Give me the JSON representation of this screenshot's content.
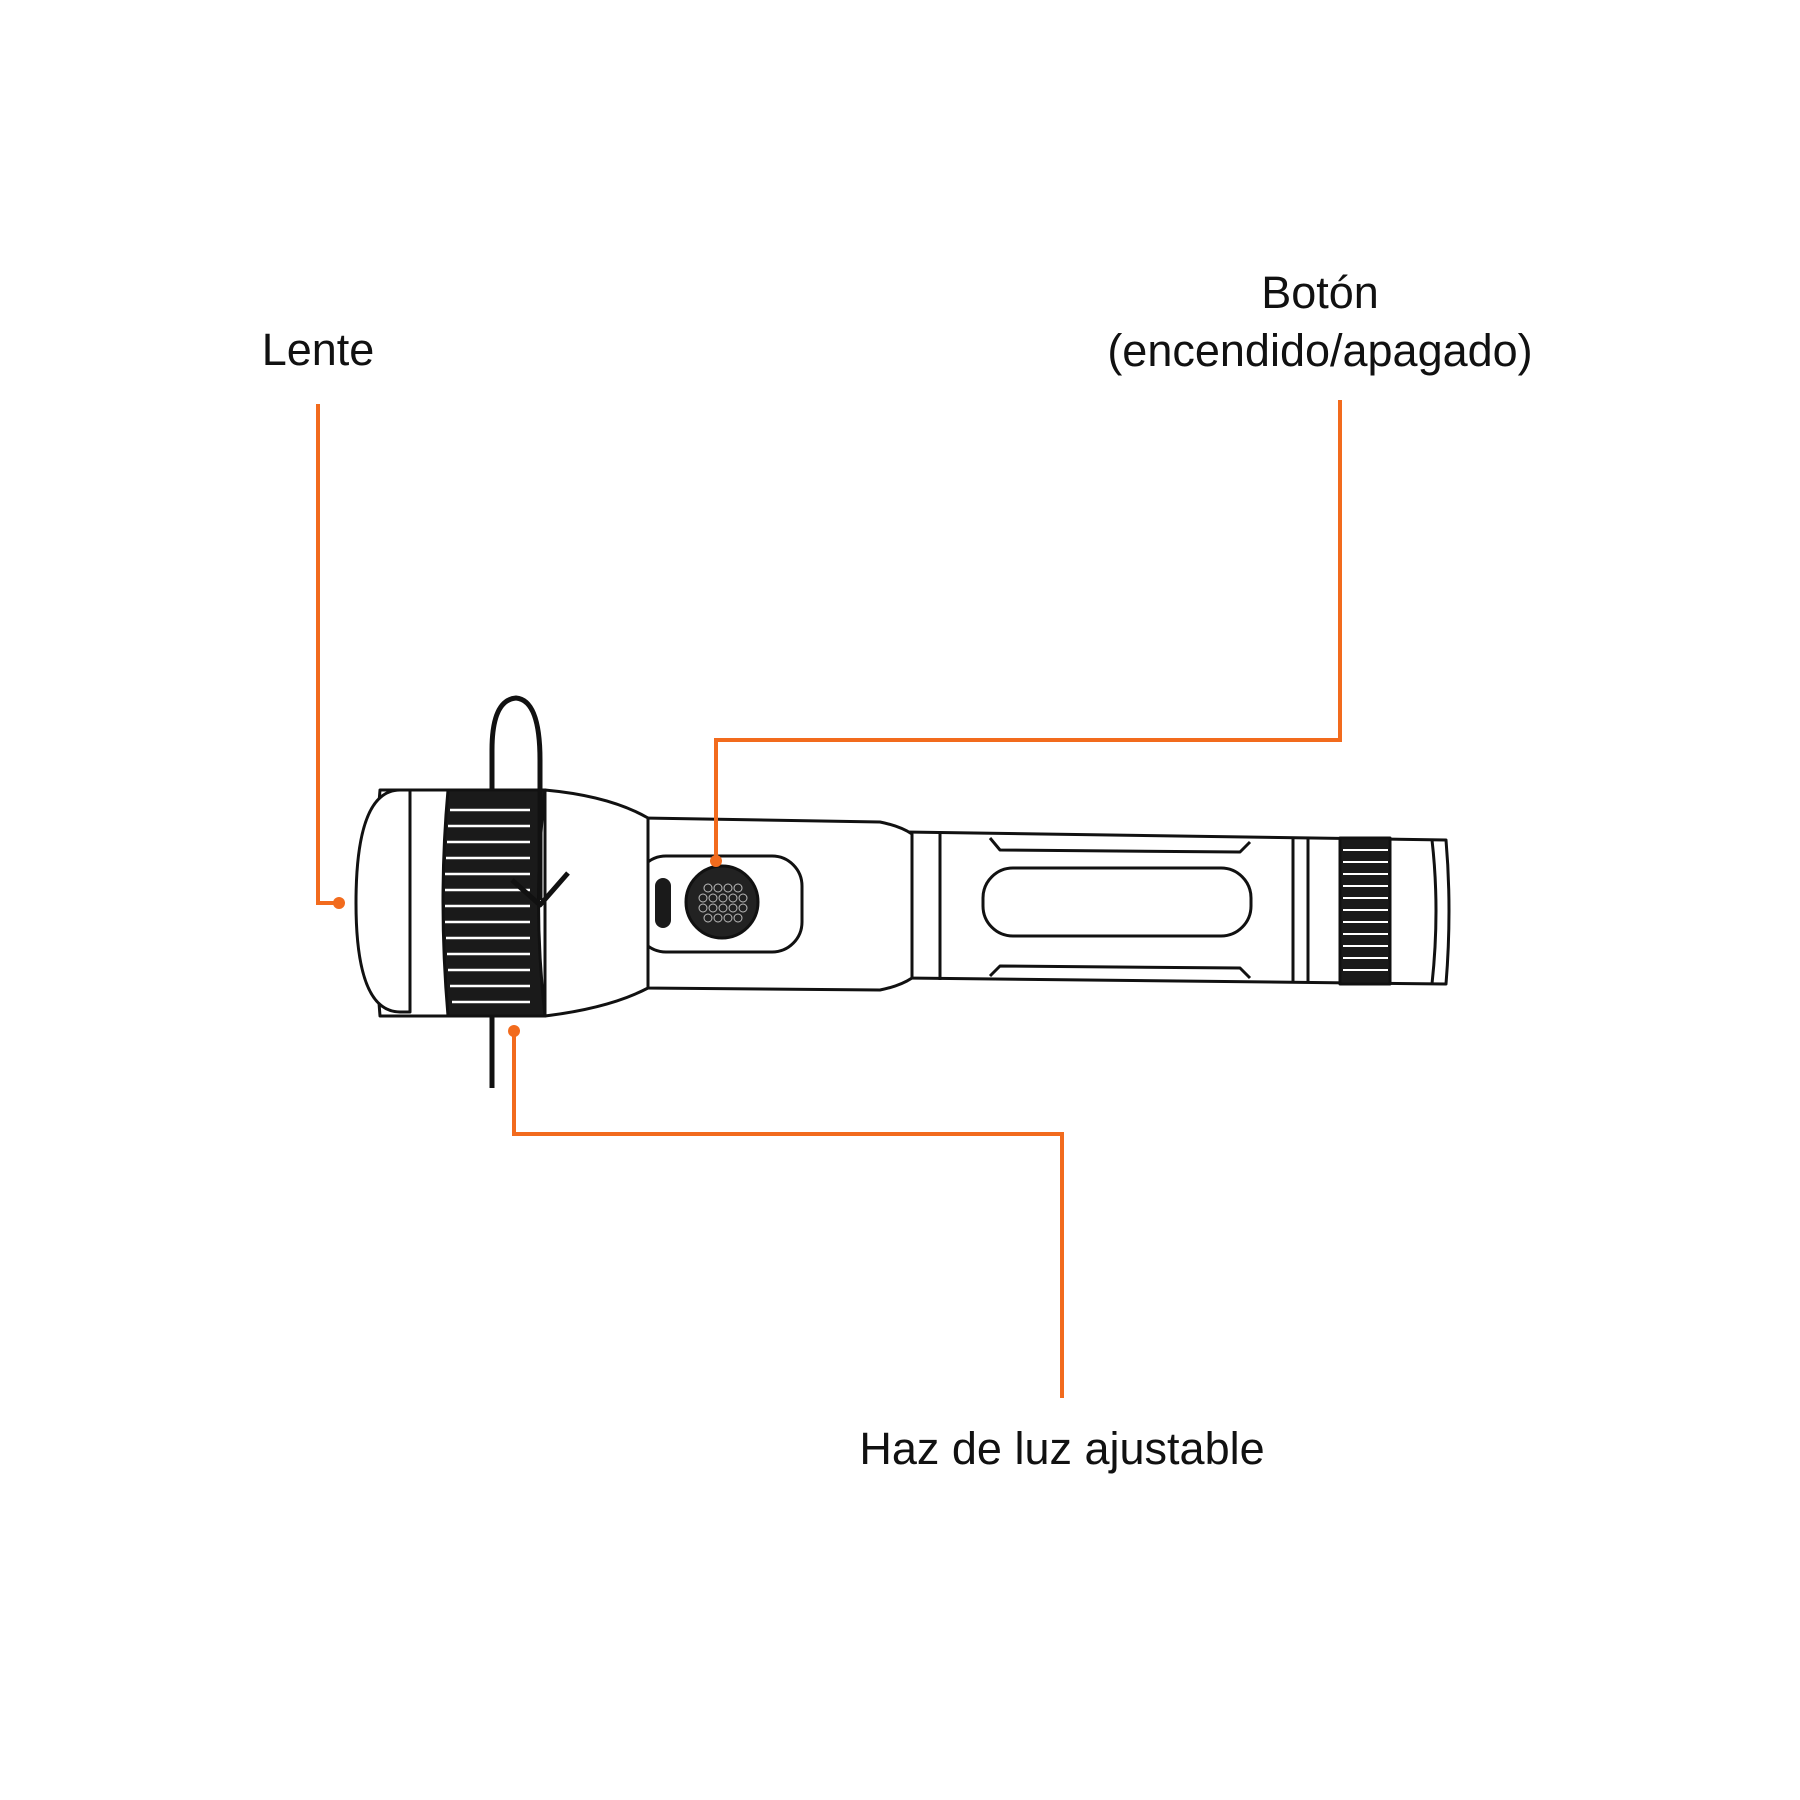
{
  "labels": {
    "lens": "Lente",
    "button_line1": "Botón",
    "button_line2": "(encendido/apagado)",
    "beam": "Haz de luz ajustable"
  },
  "colors": {
    "accent": "#f26b1d",
    "ink": "#111111"
  },
  "icons": [
    "flashlight-icon",
    "rotate-arrow-icon"
  ]
}
